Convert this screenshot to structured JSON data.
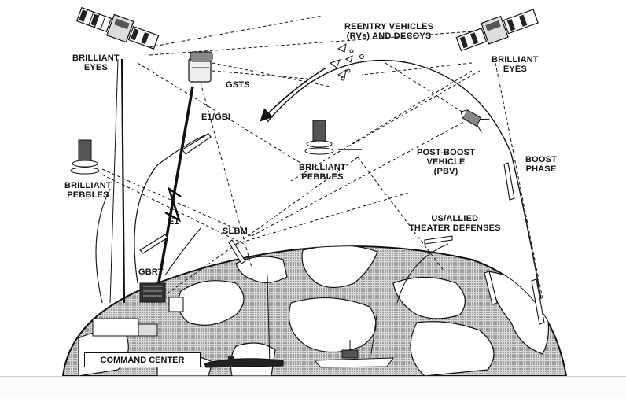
{
  "labels": {
    "brilliant_eyes_left": [
      "BRILLIANT",
      "EYES"
    ],
    "brilliant_eyes_right": [
      "BRILLIANT",
      "EYES"
    ],
    "reentry": [
      "REENTRY VEHICLES",
      "(RVs) AND DECOYS"
    ],
    "gsts": "GSTS",
    "e1_gbi": "E1/GBI",
    "brilliant_pebbles_left": [
      "BRILLIANT",
      "PEBBLES"
    ],
    "brilliant_pebbles_center": [
      "BRILLIANT",
      "PEBBLES"
    ],
    "post_boost": [
      "POST-BOOST",
      "VEHICLE",
      "(PBV)"
    ],
    "boost_phase": [
      "BOOST",
      "PHASE"
    ],
    "theater_defenses": [
      "US/ALLIED",
      "THEATER DEFENSES"
    ],
    "e1": "E1",
    "slbm": "SLBM",
    "gbrt": "GBRT",
    "command_center": "COMMAND CENTER"
  },
  "colors": {
    "ink": "#111111",
    "earth": "#6e6e6e",
    "ocean": "#ffffff",
    "land": "#c9c9c9"
  }
}
